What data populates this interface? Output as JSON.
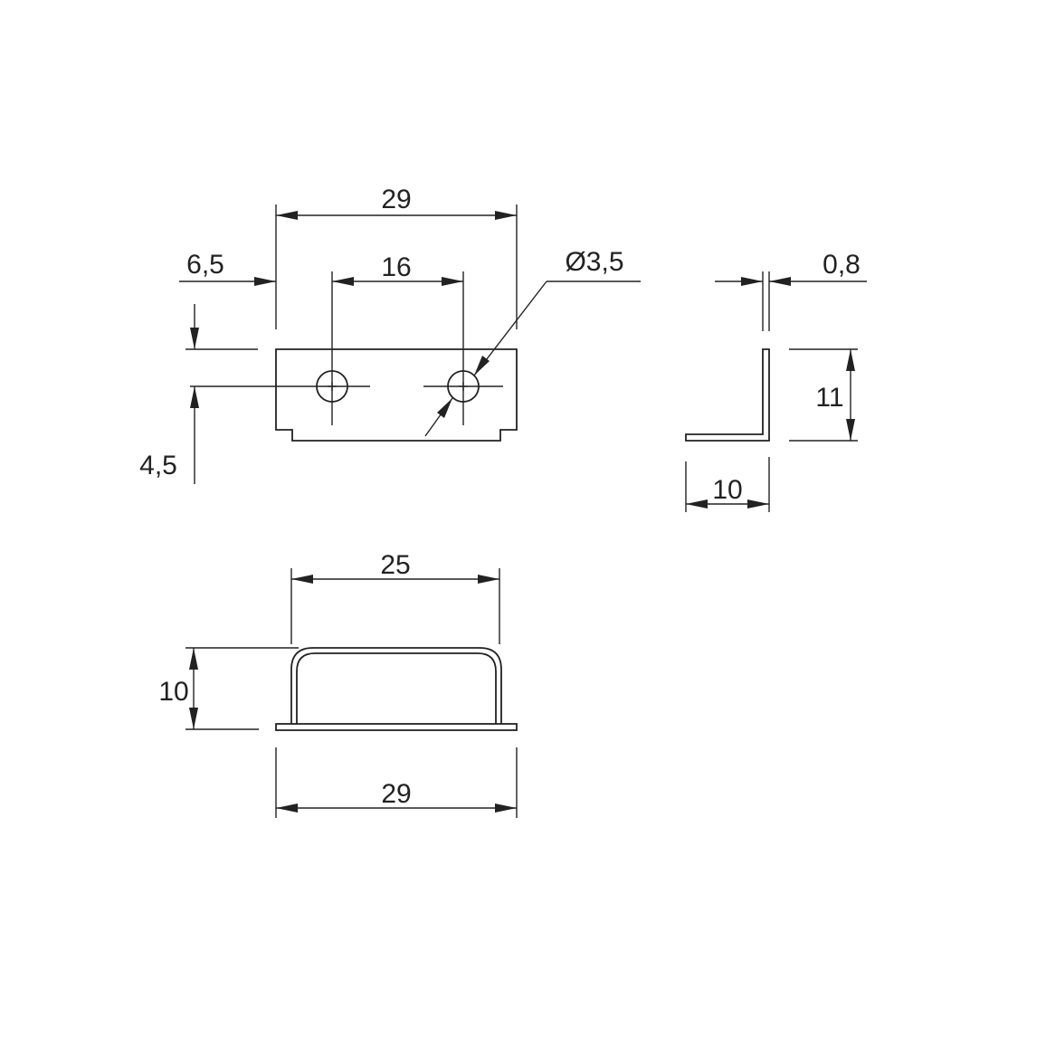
{
  "colors": {
    "line": "#222222",
    "background": "#ffffff"
  },
  "dimensions": {
    "top_width": "29",
    "left_offset": "6,5",
    "hole_spacing": "16",
    "hole_diameter": "Ø3,5",
    "thickness": "0,8",
    "side_height": "11",
    "side_depth": "10",
    "base_top_width": "25",
    "front_height": "10",
    "front_width": "29",
    "hole_height": "4,5"
  }
}
